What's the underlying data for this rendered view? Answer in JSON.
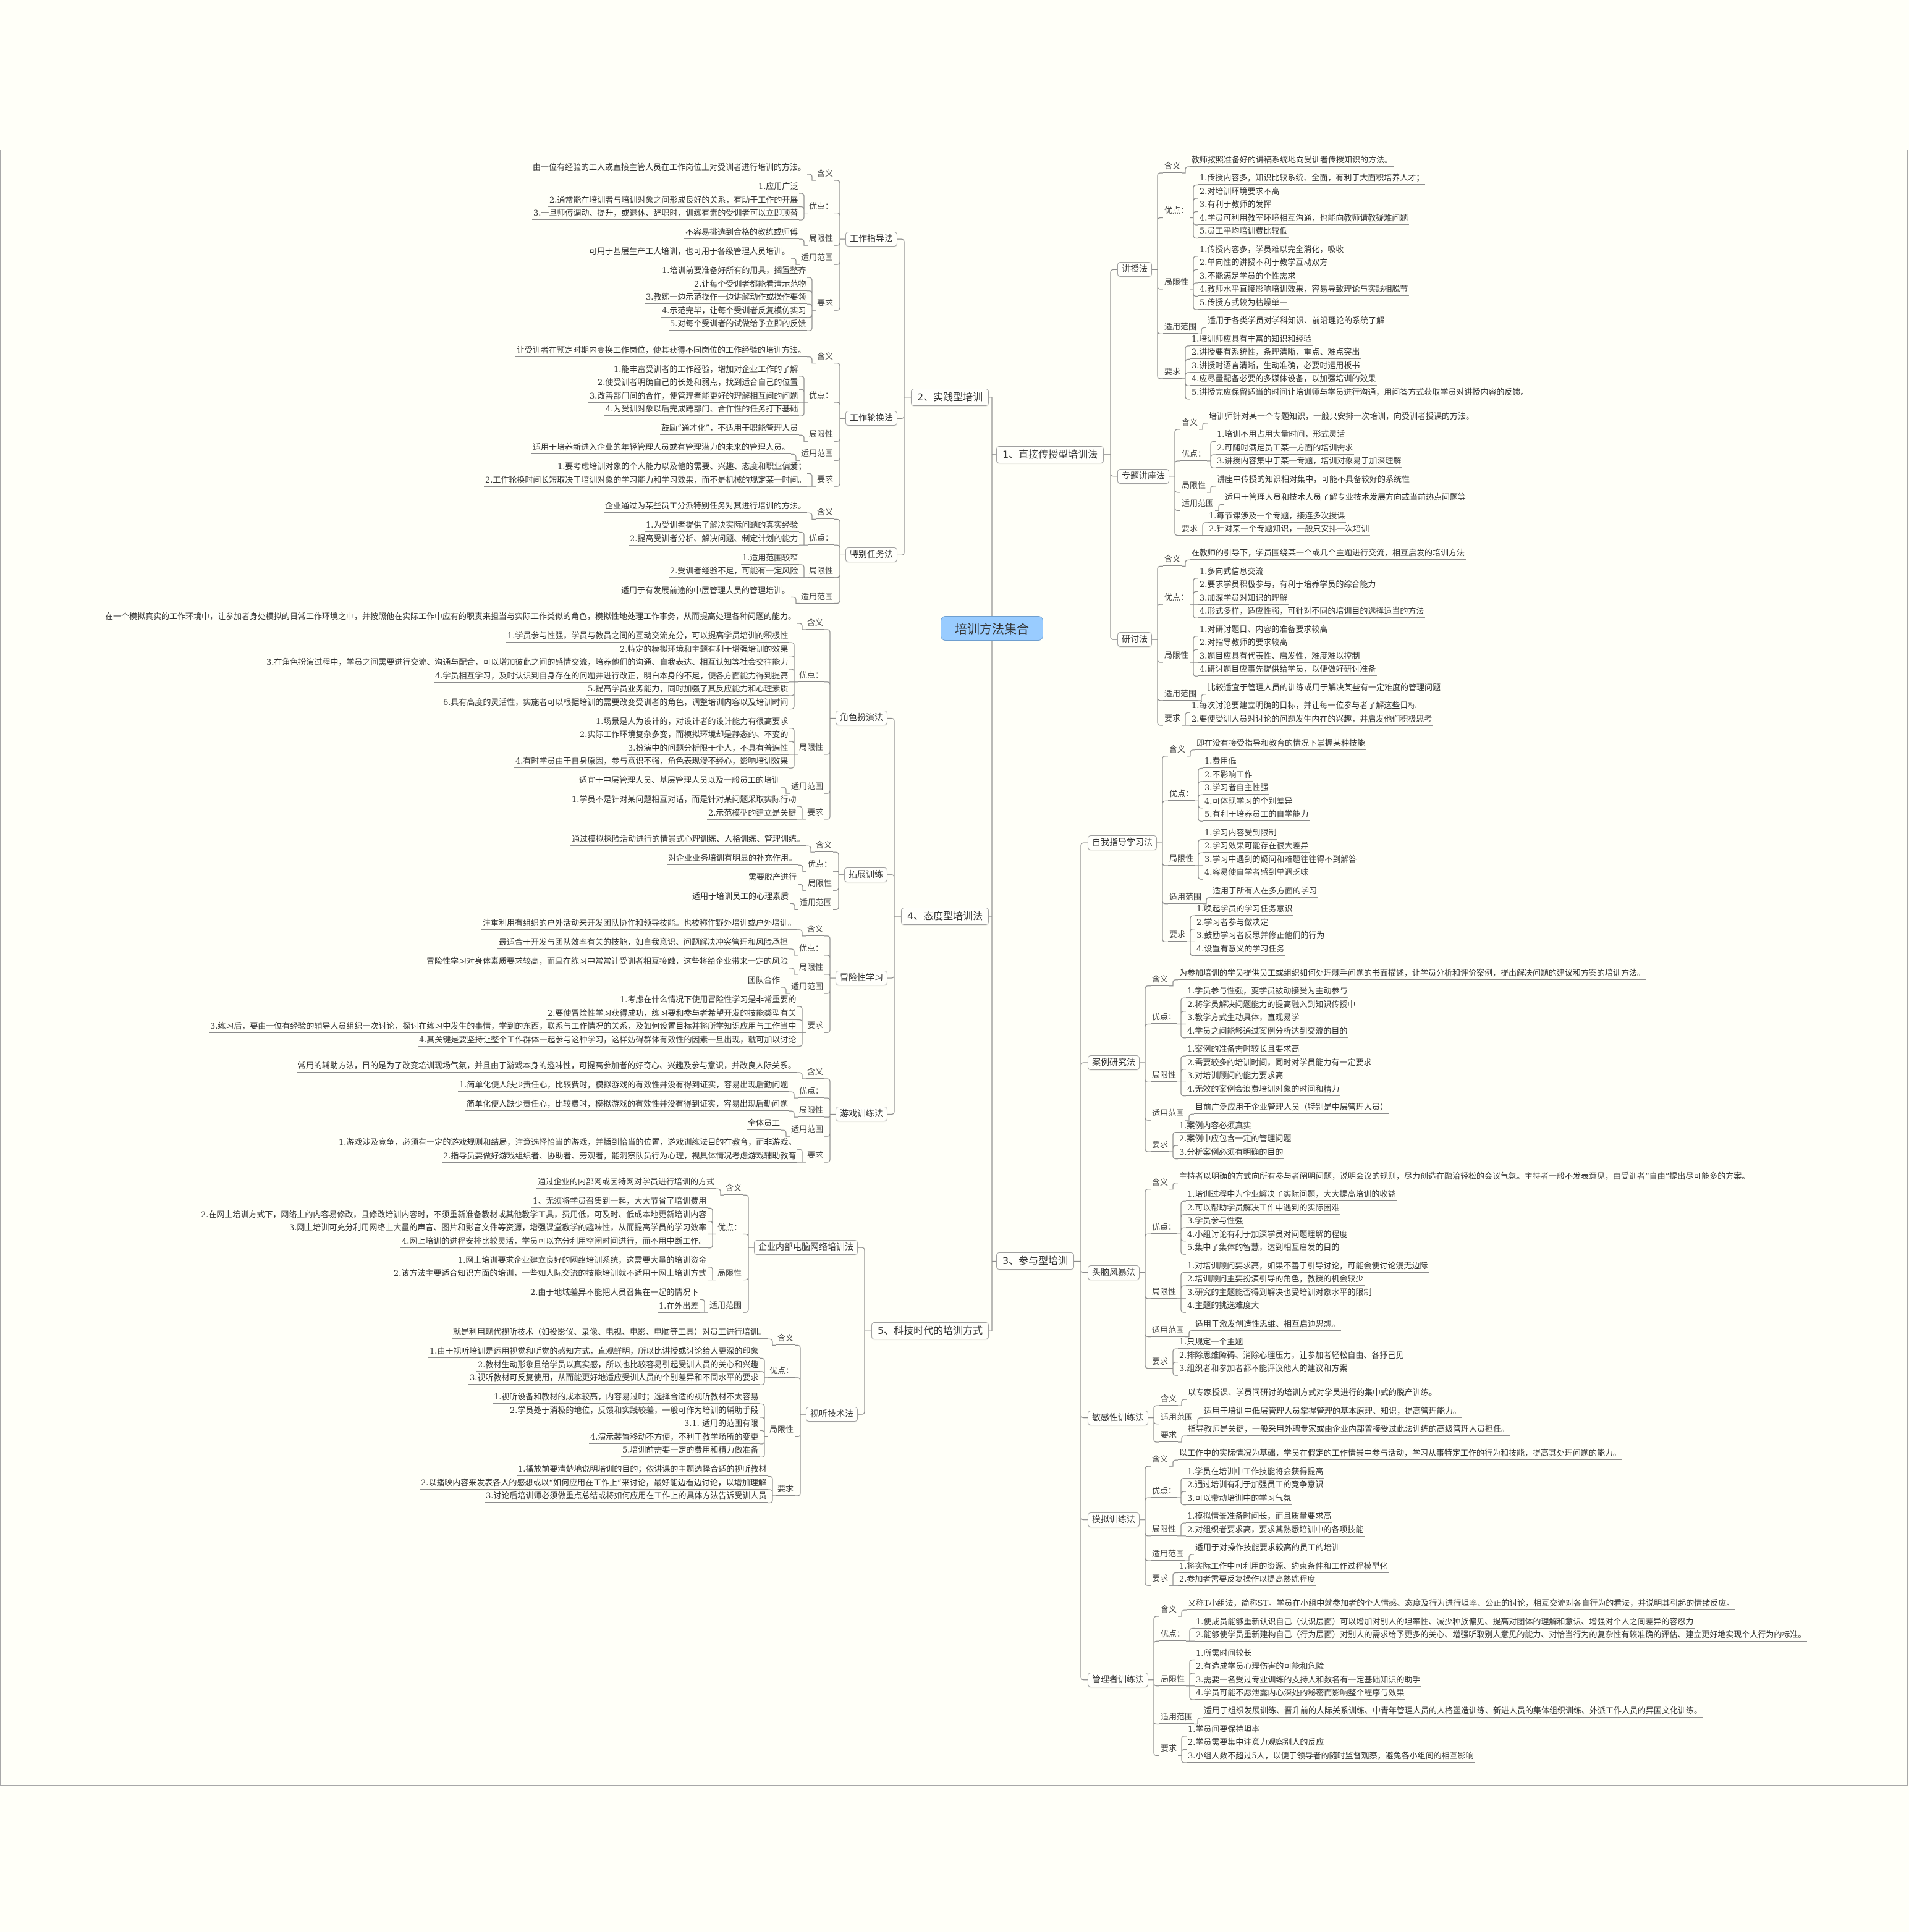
{
  "title": "培训方法集合",
  "colors": {
    "center_fill": "#99ccff",
    "center_border": "#6f9fcf",
    "line": "#8c8c8c",
    "background": "#fffff8"
  },
  "branches": [
    {
      "label": "1、直接传授型培训法",
      "side": "right",
      "methods": [
        {
          "name": "讲授法",
          "groups": [
            {
              "label": "含义",
              "items": [
                "教师按照准备好的讲稿系统地向受训者传授知识的方法。"
              ]
            },
            {
              "label": "优点：",
              "items": [
                "1.传授内容多，知识比较系统、全面，有利于大面积培养人才；",
                "2.对培训环境要求不高",
                "3.有利于教师的发挥",
                "4.学员可利用教室环境相互沟通，也能向教师请教疑难问题",
                "5.员工平均培训费比较低"
              ]
            },
            {
              "label": "局限性",
              "items": [
                "1.传授内容多，学员难以完全消化，吸收",
                "2.单向性的讲授不利于教学互动双方",
                "3.不能满足学员的个性需求",
                "4.教师水平直接影响培训效果，容易导致理论与实践相脱节",
                "5.传授方式较为枯燥单一"
              ]
            },
            {
              "label": "适用范围",
              "items": [
                "适用于各类学员对学科知识、前沿理论的系统了解"
              ]
            },
            {
              "label": "要求",
              "items": [
                "1.培训师应具有丰富的知识和经验",
                "2.讲授要有系统性，条理清晰，重点、难点突出",
                "3.讲授时语言清晰，生动准确，必要时运用板书",
                "4.应尽量配备必要的多媒体设备，以加强培训的效果",
                "5.讲授完应保留适当的时间让培训师与学员进行沟通，用问答方式获取学员对讲授内容的反馈。"
              ]
            }
          ]
        },
        {
          "name": "专题讲座法",
          "groups": [
            {
              "label": "含义",
              "items": [
                "培训师针对某一个专题知识，一般只安排一次培训，向受训者授课的方法。"
              ]
            },
            {
              "label": "优点：",
              "items": [
                "1.培训不用占用大量时间，形式灵活",
                "2.可随时满足员工某一方面的培训需求",
                "3.讲授内容集中于某一专题，培训对象易于加深理解"
              ]
            },
            {
              "label": "局限性",
              "items": [
                "讲座中传授的知识相对集中，可能不具备较好的系统性"
              ]
            },
            {
              "label": "适用范围",
              "items": [
                "适用于管理人员和技术人员了解专业技术发展方向或当前热点问题等"
              ]
            },
            {
              "label": "要求",
              "items": [
                "1.每节课涉及一个专题，接连多次授课",
                "2.针对某一个专题知识，一般只安排一次培训"
              ]
            }
          ]
        },
        {
          "name": "研讨法",
          "groups": [
            {
              "label": "含义",
              "items": [
                "在教师的引导下，学员围绕某一个或几个主题进行交流，相互启发的培训方法"
              ]
            },
            {
              "label": "优点：",
              "items": [
                "1.多向式信息交流",
                "2.要求学员积极参与，有利于培养学员的综合能力",
                "3.加深学员对知识的理解",
                "4.形式多样，适应性强，可针对不同的培训目的选择适当的方法"
              ]
            },
            {
              "label": "局限性",
              "items": [
                "1.对研讨题目、内容的准备要求较高",
                "2.对指导教师的要求较高",
                "3.题目应具有代表性、启发性，难度难以控制",
                "4.研讨题目应事先提供给学员，以便做好研讨准备"
              ]
            },
            {
              "label": "适用范围",
              "items": [
                "比较适宜于管理人员的训练或用于解决某些有一定难度的管理问题"
              ]
            },
            {
              "label": "要求",
              "items": [
                "1.每次讨论要建立明确的目标，并让每一位参与者了解这些目标",
                "2.要使受训人员对讨论的问题发生内在的兴趣，并启发他们积极思考"
              ]
            }
          ]
        }
      ]
    },
    {
      "label": "2、实践型培训",
      "side": "left",
      "methods": [
        {
          "name": "工作指导法",
          "groups": [
            {
              "label": "含义",
              "items": [
                "由一位有经验的工人或直接主管人员在工作岗位上对受训者进行培训的方法。"
              ]
            },
            {
              "label": "优点：",
              "items": [
                "1.应用广泛",
                "2.通常能在培训者与培训对象之间形成良好的关系，有助于工作的开展",
                "3.一旦师傅调动、提升，或退休、辞职时，训练有素的受训者可以立即顶替"
              ]
            },
            {
              "label": "局限性",
              "items": [
                "不容易挑选到合格的教练或师傅"
              ]
            },
            {
              "label": "适用范围",
              "items": [
                "可用于基层生产工人培训，也可用于各级管理人员培训。"
              ]
            },
            {
              "label": "要求",
              "items": [
                "1.培训前要准备好所有的用具，搁置整齐",
                "2.让每个受训者都能看清示范物",
                "3.教练一边示范操作一边讲解动作或操作要领",
                "4.示范完毕，让每个受训者反复模仿实习",
                "5.对每个受训者的试做给予立即的反馈"
              ]
            }
          ]
        },
        {
          "name": "工作轮换法",
          "groups": [
            {
              "label": "含义",
              "items": [
                "让受训者在预定时期内变换工作岗位，使其获得不同岗位的工作经验的培训方法。"
              ]
            },
            {
              "label": "优点：",
              "items": [
                "1.能丰富受训者的工作经验，增加对企业工作的了解",
                "2.使受训者明确自己的长处和弱点，找到适合自己的位置",
                "3.改善部门间的合作，使管理者能更好的理解相互间的问题",
                "4.为受训对象以后完成跨部门、合作性的任务打下基础"
              ]
            },
            {
              "label": "局限性",
              "items": [
                "鼓励“通才化”，不适用于职能管理人员"
              ]
            },
            {
              "label": "适用范围",
              "items": [
                "适用于培养新进入企业的年轻管理人员或有管理潜力的未来的管理人员。"
              ]
            },
            {
              "label": "要求",
              "items": [
                "1.要考虑培训对象的个人能力以及他的需要、兴趣、态度和职业偏爱；",
                "2.工作轮换时间长短取决于培训对象的学习能力和学习效果，而不是机械的规定某一时间。"
              ]
            }
          ]
        },
        {
          "name": "特别任务法",
          "groups": [
            {
              "label": "含义",
              "items": [
                "企业通过为某些员工分派特别任务对其进行培训的方法。"
              ]
            },
            {
              "label": "优点：",
              "items": [
                "1.为受训者提供了解决实际问题的真实经验",
                "2.提高受训者分析、解决问题、制定计划的能力"
              ]
            },
            {
              "label": "局限性",
              "items": [
                "1.适用范围较窄",
                "2.受训者经验不足，可能有一定风险"
              ]
            },
            {
              "label": "适用范围",
              "items": [
                "适用于有发展前途的中层管理人员的管理培训。"
              ]
            }
          ]
        }
      ]
    },
    {
      "label": "3、参与型培训",
      "side": "right",
      "methods": [
        {
          "name": "自我指导学习法",
          "groups": [
            {
              "label": "含义",
              "items": [
                "即在没有接受指导和教育的情况下掌握某种技能"
              ]
            },
            {
              "label": "优点：",
              "items": [
                "1.费用低",
                "2.不影响工作",
                "3.学习者自主性强",
                "4.可体现学习的个别差异",
                "5.有利于培养员工的自学能力"
              ]
            },
            {
              "label": "局限性",
              "items": [
                "1.学习内容受到限制",
                "2.学习效果可能存在很大差异",
                "3.学习中遇到的疑问和难题往往得不到解答",
                "4.容易使自学者感到单调乏味"
              ]
            },
            {
              "label": "适用范围",
              "items": [
                "适用于所有人在多方面的学习"
              ]
            },
            {
              "label": "要求",
              "items": [
                "1.唤起学员的学习任务意识",
                "2.学习者参与做决定",
                "3.鼓励学习者反思并修正他们的行为",
                "4.设置有意义的学习任务"
              ]
            }
          ]
        },
        {
          "name": "案例研究法",
          "groups": [
            {
              "label": "含义",
              "items": [
                "为参加培训的学员提供员工或组织如何处理棘手问题的书面描述，让学员分析和评价案例，提出解决问题的建议和方案的培训方法。"
              ]
            },
            {
              "label": "优点：",
              "items": [
                "1.学员参与性强，变学员被动接受为主动参与",
                "2.将学员解决问题能力的提高融入到知识传授中",
                "3.教学方式生动具体，直观易学",
                "4.学员之间能够通过案例分析达到交流的目的"
              ]
            },
            {
              "label": "局限性",
              "items": [
                "1.案例的准备需时较长且要求高",
                "2.需要较多的培训时间，同时对学员能力有一定要求",
                "3.对培训顾问的能力要求高",
                "4.无效的案例会浪费培训对象的时间和精力"
              ]
            },
            {
              "label": "适用范围",
              "items": [
                "目前广泛应用于企业管理人员（特别是中层管理人员）"
              ]
            },
            {
              "label": "要求",
              "items": [
                "1.案例内容必须真实",
                "2.案例中应包含一定的管理问题",
                "3.分析案例必须有明确的目的"
              ]
            }
          ]
        },
        {
          "name": "头脑风暴法",
          "groups": [
            {
              "label": "含义",
              "items": [
                "主持者以明确的方式向所有参与者阐明问题，说明会议的规则，尽力创造在融洽轻松的会议气氛。主持者一般不发表意见，由受训者“自由”提出尽可能多的方案。"
              ]
            },
            {
              "label": "优点：",
              "items": [
                "1.培训过程中为企业解决了实际问题，大大提高培训的收益",
                "2.可以帮助学员解决工作中遇到的实际困难",
                "3.学员参与性强",
                "4.小组讨论有利于加深学员对问题理解的程度",
                "5.集中了集体的智慧，达到相互启发的目的"
              ]
            },
            {
              "label": "局限性",
              "items": [
                "1.对培训顾问要求高，如果不善于引导讨论，可能会使讨论漫无边际",
                "2.培训顾问主要扮演引导的角色，教授的机会较少",
                "3.研究的主题能否得到解决也受培训对象水平的限制",
                "4.主题的挑选难度大"
              ]
            },
            {
              "label": "适用范围",
              "items": [
                "适用于激发创造性思维、相互启迪思想。"
              ]
            },
            {
              "label": "要求",
              "items": [
                "1.只规定一个主题",
                "2.排除思维障碍、消除心理压力，让参加者轻松自由、各抒己见",
                "3.组织者和参加者都不能评议他人的建议和方案"
              ]
            }
          ]
        },
        {
          "name": "敏感性训练法",
          "groups": [
            {
              "label": "含义",
              "items": [
                "以专家授课、学员间研讨的培训方式对学员进行的集中式的脱产训练。"
              ]
            },
            {
              "label": "适用范围",
              "items": [
                "适用于培训中低层管理人员掌握管理的基本原理、知识，提高管理能力。"
              ]
            },
            {
              "label": "要求",
              "items": [
                "指导教师是关键，一般采用外聘专家或由企业内部曾接受过此法训练的高级管理人员担任。"
              ]
            }
          ]
        },
        {
          "name": "模拟训练法",
          "groups": [
            {
              "label": "含义",
              "items": [
                "以工作中的实际情况为基础，学员在假定的工作情景中参与活动，学习从事特定工作的行为和技能，提高其处理问题的能力。"
              ]
            },
            {
              "label": "优点：",
              "items": [
                "1.学员在培训中工作技能将会获得提高",
                "2.通过培训有利于加强员工的竞争意识",
                "3.可以带动培训中的学习气氛"
              ]
            },
            {
              "label": "局限性",
              "items": [
                "1.模拟情景准备时间长，而且质量要求高",
                "2.对组织者要求高，要求其熟悉培训中的各项技能"
              ]
            },
            {
              "label": "适用范围",
              "items": [
                "适用于对操作技能要求较高的员工的培训"
              ]
            },
            {
              "label": "要求",
              "items": [
                "1.将实际工作中可利用的资源、约束条件和工作过程模型化",
                "2.参加者需要反复操作以提高熟练程度"
              ]
            }
          ]
        },
        {
          "name": "管理者训练法",
          "groups": [
            {
              "label": "含义",
              "items": [
                "又称T小组法，简称ST。学员在小组中就参加者的个人情感、态度及行为进行坦率、公正的讨论，相互交流对各自行为的看法，并说明其引起的情绪反应。"
              ]
            },
            {
              "label": "优点：",
              "items": [
                "1.使成员能够重新认识自己（认识层面）可以增加对别人的坦率性、减少种族偏见、提高对团体的理解和意识、增强对个人之间差异的容忍力",
                "2.能够使学员重新建构自己（行为层面）对别人的需求给予更多的关心、增强听取别人意见的能力、对恰当行为的复杂性有较准确的评估、建立更好地实现个人行为的标准。"
              ]
            },
            {
              "label": "局限性",
              "items": [
                "1.所需时间较长",
                "2.有造成学员心理伤害的可能和危险",
                "3.需要一名受过专业训练的支持人和数名有一定基础知识的助手",
                "4.学员可能不愿泄露内心深处的秘密而影响整个程序与效果"
              ]
            },
            {
              "label": "适用范围",
              "items": [
                "适用于组织发展训练、晋升前的人际关系训练、中青年管理人员的人格塑造训练、新进人员的集体组织训练、外派工作人员的异国文化训练。"
              ]
            },
            {
              "label": "要求",
              "items": [
                "1.学员间要保持坦率",
                "2.学员需要集中注意力观察别人的反应",
                "3.小组人数不超过5人，以便于领导者的随时监督观察，避免各小组间的相互影响"
              ]
            }
          ]
        }
      ]
    },
    {
      "label": "4、态度型培训法",
      "side": "left",
      "methods": [
        {
          "name": "角色扮演法",
          "groups": [
            {
              "label": "含义",
              "items": [
                "在一个模拟真实的工作环境中，让参加者身处模拟的日常工作环境之中，并按照他在实际工作中应有的职责来担当与实际工作类似的角色，模拟性地处理工作事务，从而提高处理各种问题的能力。"
              ]
            },
            {
              "label": "优点：",
              "items": [
                "1.学员参与性强，学员与教员之间的互动交流充分，可以提高学员培训的积极性",
                "2.特定的模拟环境和主题有利于增强培训的效果",
                "3.在角色扮演过程中，学员之间需要进行交流、沟通与配合，可以增加彼此之间的感情交流，培养他们的沟通、自我表达、相互认知等社会交往能力",
                "4.学员相互学习，及时认识到自身存在的问题并进行改正，明白本身的不足，使各方面能力得到提高",
                "5.提高学员业务能力，同时加强了其反应能力和心理素质",
                "6.具有高度的灵活性，实施者可以根据培训的需要改变受训者的角色，调整培训内容以及培训时间"
              ]
            },
            {
              "label": "局限性",
              "items": [
                "1.场景是人为设计的，对设计者的设计能力有很高要求",
                "2.实际工作环境复杂多变，而模拟环境却是静态的、不变的",
                "3.扮演中的问题分析限于个人，不具有普遍性",
                "4.有时学员由于自身原因，参与意识不强，角色表现漫不经心，影响培训效果"
              ]
            },
            {
              "label": "适用范围",
              "items": [
                "适宜于中层管理人员、基层管理人员以及一般员工的培训"
              ]
            },
            {
              "label": "要求",
              "items": [
                "1.学员不是针对某问题相互对话，而是针对某问题采取实际行动",
                "2.示范模型的建立是关键"
              ]
            }
          ]
        },
        {
          "name": "拓展训练",
          "groups": [
            {
              "label": "含义",
              "items": [
                "通过模拟探险活动进行的情景式心理训练、人格训练、管理训练。"
              ]
            },
            {
              "label": "优点：",
              "items": [
                "对企业业务培训有明显的补充作用。"
              ]
            },
            {
              "label": "局限性",
              "items": [
                "需要脱产进行"
              ]
            },
            {
              "label": "适用范围",
              "items": [
                "适用于培训员工的心理素质"
              ]
            }
          ]
        },
        {
          "name": "冒险性学习",
          "groups": [
            {
              "label": "含义",
              "items": [
                "注重利用有组织的户外活动来开发团队协作和领导技能。也被称作野外培训或户外培训。"
              ]
            },
            {
              "label": "优点：",
              "items": [
                "最适合于开发与团队效率有关的技能，如自我意识、问题解决冲突管理和风险承担"
              ]
            },
            {
              "label": "局限性",
              "items": [
                "冒险性学习对身体素质要求较高，而且在练习中常常让受训者相互接触，这些将给企业带来一定的风险"
              ]
            },
            {
              "label": "适用范围",
              "items": [
                "团队合作"
              ]
            },
            {
              "label": "要求",
              "items": [
                "1.考虑在什么情况下使用冒险性学习是非常重要的",
                "2.要使冒险性学习获得成功，练习要和参与者希望开发的技能类型有关",
                "3.练习后，要由一位有经验的辅导人员组织一次讨论，探讨在练习中发生的事情，学到的东西，联系与工作情况的关系，及如何设置目标并将所学知识应用与工作当中",
                "4.其关键是要坚持让整个工作群体一起参与这种学习，这样妨碍群体有效性的因素一旦出现，就可加以讨论"
              ]
            }
          ]
        },
        {
          "name": "游戏训练法",
          "groups": [
            {
              "label": "含义",
              "items": [
                "常用的辅助方法，目的是为了改变培训现场气氛，并且由于游戏本身的趣味性，可提高参加者的好奇心、兴趣及参与意识，并改良人际关系。"
              ]
            },
            {
              "label": "优点：",
              "items": [
                "1.简单化使人缺少责任心，比较费时，模拟游戏的有效性并没有得到证实，容易出现后勤问题"
              ]
            },
            {
              "label": "局限性",
              "items": [
                "简单化使人缺少责任心，比较费时，模拟游戏的有效性并没有得到证实，容易出现后勤问题"
              ]
            },
            {
              "label": "适用范围",
              "items": [
                "全体员工"
              ]
            },
            {
              "label": "要求",
              "items": [
                "1.游戏涉及竞争，必须有一定的游戏规则和结局，注意选择恰当的游戏，并插到恰当的位置，游戏训练法目的在教育，而非游戏。",
                "2.指导员要做好游戏组织者、协助者、旁观者，能洞察队员行为心理，视具体情况考虑游戏辅助教育"
              ]
            }
          ]
        }
      ]
    },
    {
      "label": "5、科技时代的培训方式",
      "side": "left",
      "methods": [
        {
          "name": "企业内部电脑网络培训法",
          "groups": [
            {
              "label": "含义",
              "items": [
                "通过企业的内部网或因特网对学员进行培训的方式"
              ]
            },
            {
              "label": "优点：",
              "items": [
                "1、无须将学员召集到一起，大大节省了培训费用",
                "2.在网上培训方式下，网络上的内容易修改，且修改培训内容时，不须重新准备教材或其他教学工具，费用低，可及时、低成本地更新培训内容",
                "3.网上培训可充分利用网络上大量的声音、图片和影音文件等资源，增强课堂教学的趣味性，从而提高学员的学习效率",
                "4.网上培训的进程安排比较灵活，学员可以充分利用空闲时间进行，而不用中断工作。"
              ]
            },
            {
              "label": "局限性",
              "items": [
                "1.网上培训要求企业建立良好的网络培训系统，这需要大量的培训资金",
                "2.该方法主要适合知识方面的培训，一些如人际交流的技能培训就不适用于网上培训方式"
              ]
            },
            {
              "label": "适用范围",
              "items": [
                "2.由于地域差异不能把人员召集在一起的情况下",
                "1.在外出差"
              ]
            }
          ]
        },
        {
          "name": "视听技术法",
          "groups": [
            {
              "label": "含义",
              "items": [
                "就是利用现代视听技术（如投影仪、录像、电视、电影、电脑等工具）对员工进行培训。"
              ]
            },
            {
              "label": "优点：",
              "items": [
                "1.由于视听培训是运用视觉和听觉的感知方式，直观鲜明，所以比讲授或讨论给人更深的印象",
                "2.教材生动形象且给学员以真实感，所以也比较容易引起受训人员的关心和兴趣",
                "3.视听教材可反复使用，从而能更好地适应受训人员的个别差异和不同水平的要求"
              ]
            },
            {
              "label": "局限性",
              "items": [
                "1.视听设备和教材的成本较高，内容易过时；选择合适的视听教材不太容易",
                "2.学员处于消极的地位，反馈和实践较差，一般可作为培训的辅助手段",
                "3.1. 适用的范围有限",
                "4.演示装置移动不方便，不利于教学场所的变更",
                "5.培训前需要一定的费用和精力做准备"
              ]
            },
            {
              "label": "要求",
              "items": [
                "1.播放前要清楚地说明培训的目的；依讲课的主题选择合适的视听教材",
                "2.以播映内容来发表各人的感想或以“如何应用在工作上”来讨论，最好能边看边讨论，以增加理解",
                "3.讨论后培训师必须做重点总结或将如何应用在工作上的具体方法告诉受训人员"
              ]
            }
          ]
        }
      ]
    }
  ]
}
